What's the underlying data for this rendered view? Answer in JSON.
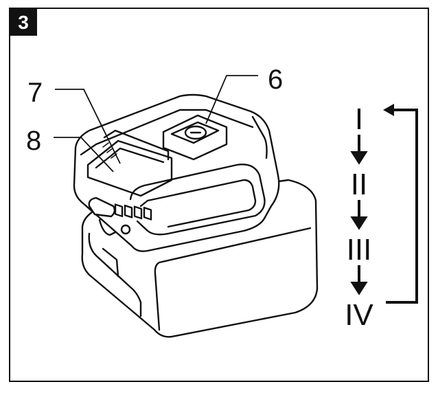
{
  "figure": {
    "number": "3"
  },
  "callouts": {
    "c6": "6",
    "c7": "7",
    "c8": "8"
  },
  "sequence": {
    "steps": [
      "I",
      "II",
      "III",
      "IV"
    ]
  },
  "colors": {
    "ink": "#111111",
    "badge_bg": "#111111",
    "badge_text": "#ffffff",
    "paper": "#ffffff"
  },
  "icons": {
    "power_button": "power-button-icon"
  }
}
